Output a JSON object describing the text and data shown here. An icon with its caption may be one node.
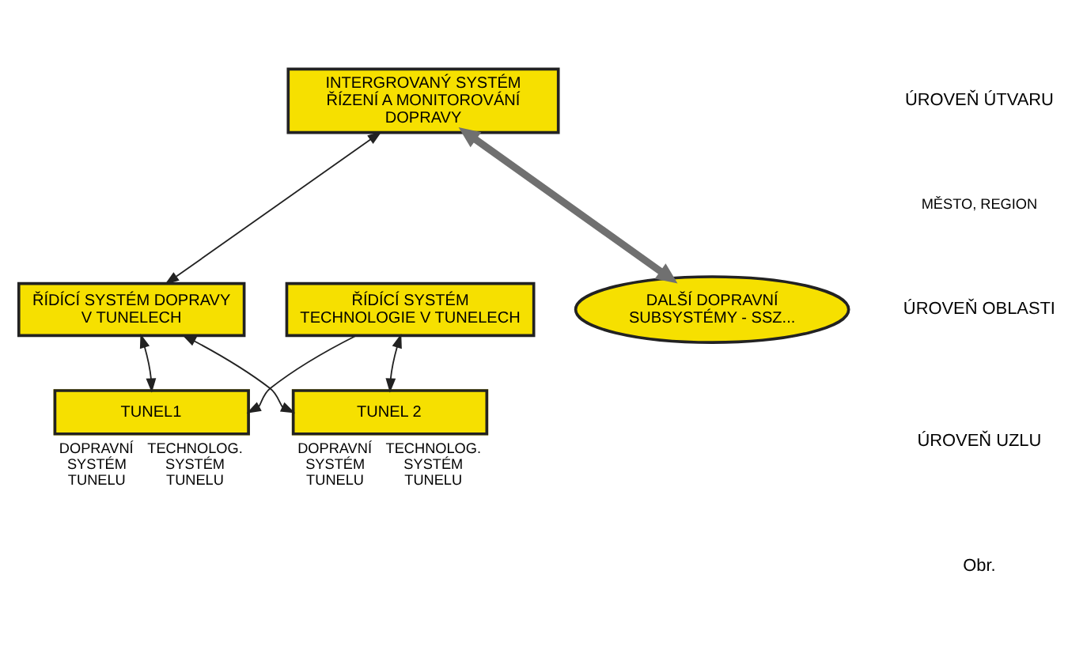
{
  "diagram": {
    "nodes": [
      {
        "text": [
          "INTERGROVANÝ SYSTÉM ŘÍZENÍ A MONITOROVÁNÍ DOPRAVY"
        ]
      },
      {
        "text": [
          "ŘÍDÍCÍ SYSTÉM DOPRAVY V TUNELECH"
        ]
      },
      {
        "text": [
          "ŘÍDÍCÍ SYSTÉM TECHNOLOGIE V TUNELECH"
        ]
      },
      {
        "text": [
          "DALŠÍ DOPRAVNÍ SUBSYSTÉMY - SSZ..."
        ]
      },
      {
        "text": [
          "TUNEL1"
        ],
        "beside": [
          "DOPRAVNÍ SYSTÉM TUNELU",
          "TECHNOLOG. SYSTÉM TUNELU"
        ]
      },
      {
        "text": [
          "TUNEL 2"
        ],
        "beside": [
          "DOPRAVNÍ SYSTÉM TUNELU",
          "TECHNOLOG. SYSTÉM TUNELU"
        ]
      }
    ],
    "edges": [
      {
        "from": 0,
        "to": 1,
        "arrow": "both"
      },
      {
        "from": 0,
        "to": 3,
        "arrow": "both",
        "style": "thick",
        "color": "#707070"
      },
      {
        "from": 1,
        "to": 4,
        "arrow": "both"
      },
      {
        "from": 1,
        "to": 5,
        "arrow": "both"
      },
      {
        "from": 2,
        "to": 4,
        "arrow": "to"
      },
      {
        "from": 2,
        "to": 5,
        "arrow": "both"
      }
    ],
    "labels": [
      "ÚROVEŇ ÚTVARU",
      "MĚSTO, REGION",
      "ÚROVEŇ OBLASTI",
      "ÚROVEŇ UZLU",
      "Obr."
    ]
  }
}
